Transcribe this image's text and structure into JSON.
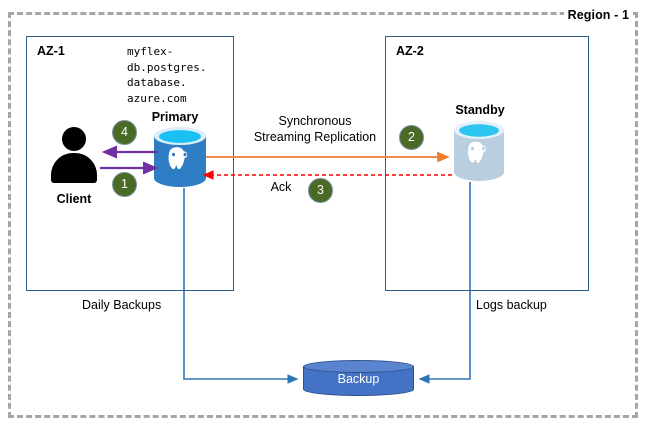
{
  "region": {
    "label": "Region - 1"
  },
  "zones": [
    {
      "id": "az1",
      "title": "AZ-1"
    },
    {
      "id": "az2",
      "title": "AZ-2"
    }
  ],
  "endpoint": {
    "hostname": "myflex-\ndb.postgres.\ndatabase.\nazure.com"
  },
  "nodes": {
    "client": {
      "label": "Client",
      "icon": "user-icon"
    },
    "primary": {
      "label": "Primary",
      "icon": "postgres-database-icon"
    },
    "standby": {
      "label": "Standby",
      "icon": "postgres-database-icon"
    },
    "backup": {
      "label": "Backup",
      "icon": "storage-cylinder-icon"
    }
  },
  "steps": [
    {
      "number": "1",
      "meaning": "client write to primary"
    },
    {
      "number": "2",
      "meaning": "synchronous streaming replication to standby"
    },
    {
      "number": "3",
      "meaning": "ack from standby"
    },
    {
      "number": "4",
      "meaning": "primary response to client"
    }
  ],
  "flows": {
    "replication_line1": "Synchronous",
    "replication_line2": "Streaming Replication",
    "ack": "Ack",
    "daily_backups": "Daily Backups",
    "logs_backup": "Logs backup"
  },
  "colors": {
    "region_border": "#a6a6a6",
    "az_border": "#2e5a86",
    "badge_fill": "#4a6b25",
    "badge_stroke": "#7d8fa3",
    "client_arrow": "#7030a0",
    "replication_arrow": "#ed7d31",
    "ack_arrow": "#ff0000",
    "backup_line": "#2e75b6",
    "backup_fill": "#4472c4",
    "primary_fill": "#2f7dc4",
    "standby_fill": "#b9cfe0"
  }
}
